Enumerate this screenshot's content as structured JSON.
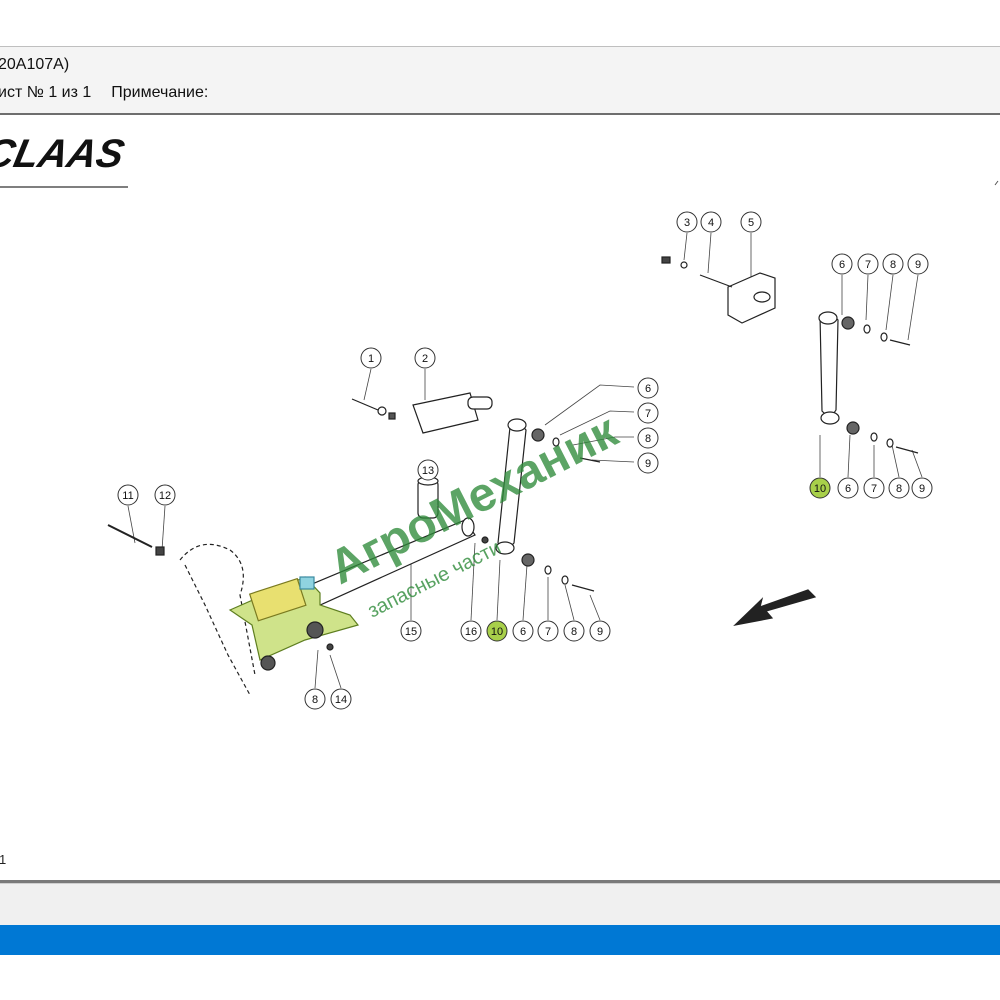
{
  "header": {
    "title": "20A107A)",
    "sheet_info": "ист № 1 из 1",
    "note_label": "Примечание:"
  },
  "brand": {
    "logo_text": "CLAAS",
    "color": "#111111"
  },
  "watermark": {
    "main_text": "АгроМеханик",
    "sub_text": "запасные части",
    "color": "#2e8b3a"
  },
  "drawing": {
    "sheet_number": "1",
    "highlight_color": "#a8d04a",
    "parts": [
      {
        "id": "p1",
        "num": "1"
      },
      {
        "id": "p2",
        "num": "2"
      },
      {
        "id": "p3",
        "num": "3"
      },
      {
        "id": "p4",
        "num": "4"
      },
      {
        "id": "p5",
        "num": "5"
      },
      {
        "id": "p6a",
        "num": "6"
      },
      {
        "id": "p7a",
        "num": "7"
      },
      {
        "id": "p8a",
        "num": "8"
      },
      {
        "id": "p9a",
        "num": "9"
      },
      {
        "id": "p6b",
        "num": "6"
      },
      {
        "id": "p7b",
        "num": "7"
      },
      {
        "id": "p8b",
        "num": "8"
      },
      {
        "id": "p9b",
        "num": "9"
      },
      {
        "id": "p10a",
        "num": "10"
      },
      {
        "id": "p6c",
        "num": "6"
      },
      {
        "id": "p7c",
        "num": "7"
      },
      {
        "id": "p8c",
        "num": "8"
      },
      {
        "id": "p9c",
        "num": "9"
      },
      {
        "id": "p13",
        "num": "13"
      },
      {
        "id": "p11",
        "num": "11"
      },
      {
        "id": "p12",
        "num": "12"
      },
      {
        "id": "p15",
        "num": "15"
      },
      {
        "id": "p16",
        "num": "16"
      },
      {
        "id": "p10b",
        "num": "10"
      },
      {
        "id": "p6d",
        "num": "6"
      },
      {
        "id": "p7d",
        "num": "7"
      },
      {
        "id": "p8d",
        "num": "8"
      },
      {
        "id": "p9d",
        "num": "9"
      },
      {
        "id": "p8e",
        "num": "8"
      },
      {
        "id": "p14",
        "num": "14"
      }
    ]
  }
}
